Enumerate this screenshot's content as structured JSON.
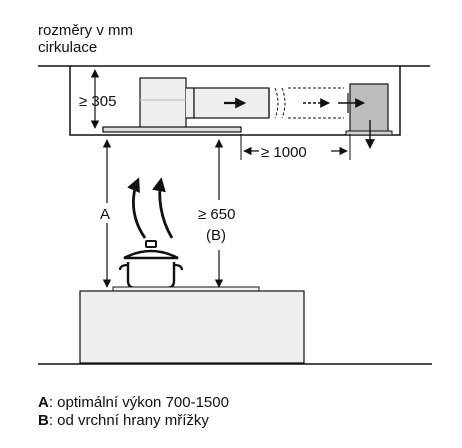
{
  "header": {
    "line1": "rozměry v mm",
    "line2": "cirkulace"
  },
  "dimensions": {
    "cabinet_height": "≥ 305",
    "duct_length": "≥ 1000",
    "clearance_value": "≥ 650",
    "clearance_ref": "(B)",
    "range_label": "A"
  },
  "legend": [
    {
      "key": "A",
      "text": ": optimální výkon 700-1500"
    },
    {
      "key": "B",
      "text": ": od vrchní hrany mřížky"
    }
  ],
  "colors": {
    "line": "#111111",
    "hood_body": "#eeeeee",
    "filter_box": "#bdbdbd",
    "cooktop_light": "#f2f2f2"
  }
}
